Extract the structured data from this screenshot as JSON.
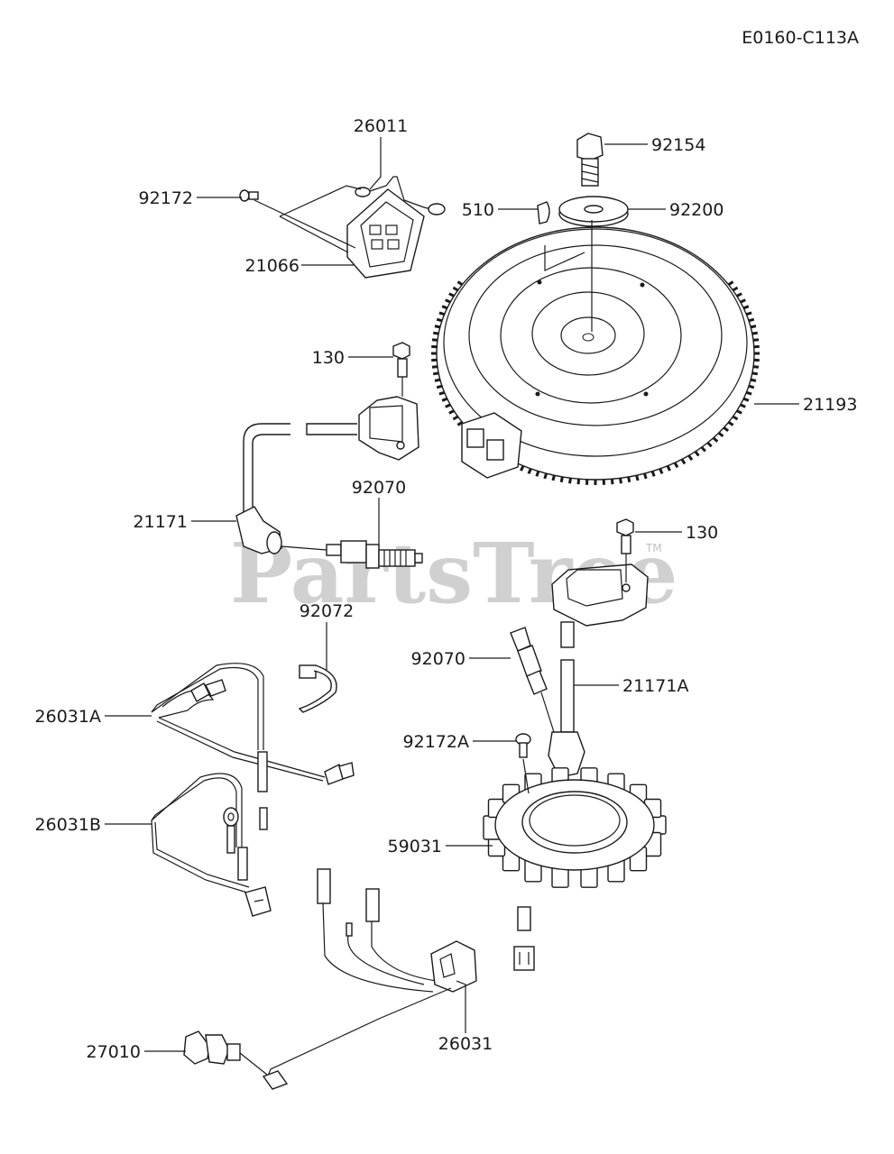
{
  "diagram_code": "E0160-C113A",
  "watermark": {
    "text": "PartsTree",
    "trademark": "TM"
  },
  "callouts": {
    "c26011": "26011",
    "c92172": "92172",
    "c21066": "21066",
    "c92154": "92154",
    "c92200": "92200",
    "c510": "510",
    "c130a": "130",
    "c21193": "21193",
    "c92070a": "92070",
    "c21171": "21171",
    "c130b": "130",
    "c92072": "92072",
    "c92070b": "92070",
    "c21171A": "21171A",
    "c26031A": "26031A",
    "c92172A": "92172A",
    "c26031B": "26031B",
    "c59031": "59031",
    "c27010": "27010",
    "c26031": "26031"
  }
}
